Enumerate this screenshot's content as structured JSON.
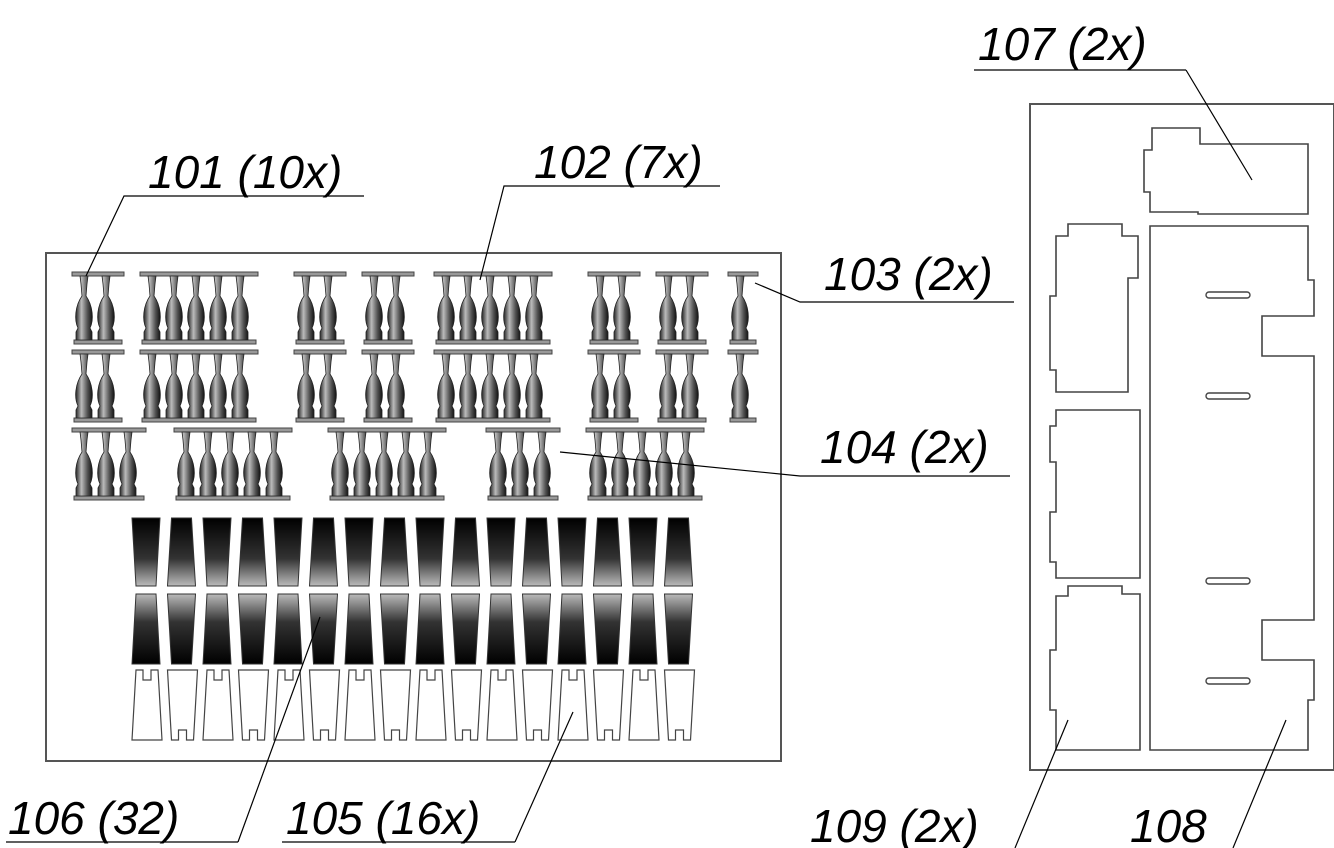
{
  "callouts": {
    "c101": "101 (10x)",
    "c102": "102 (7x)",
    "c103": "103 (2x)",
    "c104": "104 (2x)",
    "c105": "105 (16x)",
    "c106": "106 (32)",
    "c107": "107 (2x)",
    "c108": "108",
    "c109": "109 (2x)"
  },
  "colors": {
    "line": "#000000",
    "sheet_border": "#555555",
    "part_outline": "#444444",
    "dark_fill": "#111111"
  }
}
